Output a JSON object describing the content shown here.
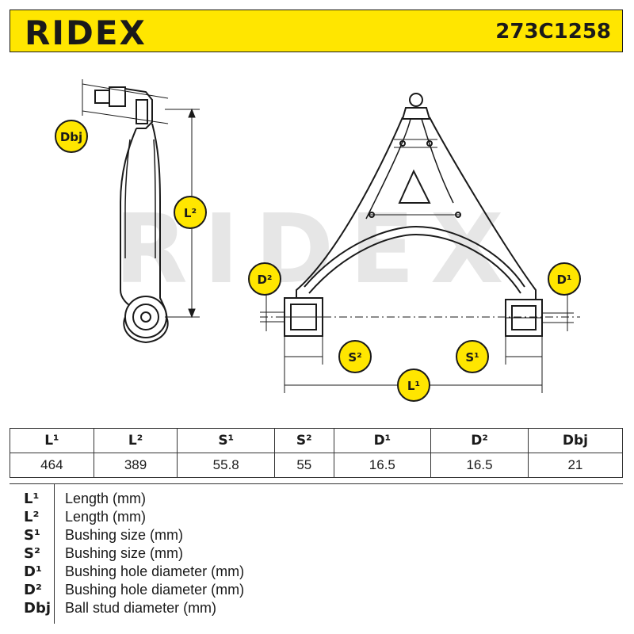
{
  "header": {
    "brand": "RIDEX",
    "part_number": "273C1258"
  },
  "drawing": {
    "watermark": "RIDEX",
    "labels": {
      "dbj": "Dbj",
      "l2": "L²",
      "d2": "D²",
      "d1": "D¹",
      "s2": "S²",
      "s1": "S¹",
      "l1": "L¹"
    }
  },
  "specs": {
    "headers": [
      "L¹",
      "L²",
      "S¹",
      "S²",
      "D¹",
      "D²",
      "Dbj"
    ],
    "values": [
      "464",
      "389",
      "55.8",
      "55",
      "16.5",
      "16.5",
      "21"
    ]
  },
  "legend": [
    {
      "symbol": "L¹",
      "description": "Length (mm)"
    },
    {
      "symbol": "L²",
      "description": "Length (mm)"
    },
    {
      "symbol": "S¹",
      "description": "Bushing size (mm)"
    },
    {
      "symbol": "S²",
      "description": "Bushing size (mm)"
    },
    {
      "symbol": "D¹",
      "description": "Bushing hole diameter (mm)"
    },
    {
      "symbol": "D²",
      "description": "Bushing hole diameter (mm)"
    },
    {
      "symbol": "Dbj",
      "description": "Ball stud diameter (mm)"
    }
  ],
  "colors": {
    "brand_yellow": "#ffe600",
    "ink": "#1a1a1a",
    "watermark": "#e6e6e6"
  }
}
